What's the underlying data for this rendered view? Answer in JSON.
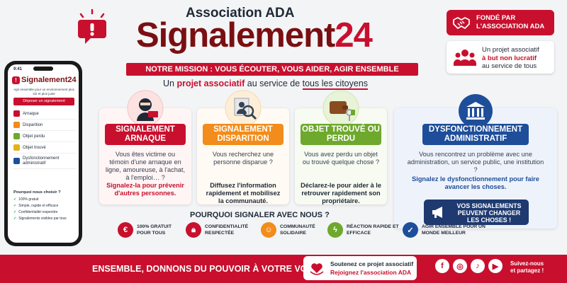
{
  "header": {
    "association": "Association ADA",
    "title_main": "Signalement",
    "title_num": "24",
    "mission": "NOTRE MISSION : VOUS ÉCOUTER, VOUS AIDER, AGIR ENSEMBLE",
    "tagline_pre": "Un ",
    "tagline_hl": "projet associatif",
    "tagline_mid": " au service de ",
    "tagline_u": "tous les citoyens",
    "fonde_line1": "FONDÉ PAR",
    "fonde_line2": "L'ASSOCIATION ADA",
    "projet_line1": "Un projet associatif",
    "projet_line2": "à but non lucratif",
    "projet_line3": "au service de tous"
  },
  "phone": {
    "time": "9:41",
    "logo_text": "Signalement24",
    "subtitle": "Agir ensemble pour un environnement plus sûr et plus juste",
    "cta": "Déposer un signalement",
    "menu": [
      {
        "label": "Arnaque",
        "color": "#c8102e"
      },
      {
        "label": "Disparition",
        "color": "#f28c1a"
      },
      {
        "label": "Objet perdu",
        "color": "#6ea82c"
      },
      {
        "label": "Objet trouvé",
        "color": "#6ea82c"
      },
      {
        "label": "Dysfonctionnement administratif",
        "color": "#1e4e9a"
      }
    ],
    "why_title": "Pourquoi nous choisir ?",
    "checks": [
      "100% gratuit",
      "Simple, rapide et efficace",
      "Confidentialité respectée",
      "Signalements visibles par tous"
    ]
  },
  "cards": [
    {
      "label": "SIGNALEMENT ARNAQUE",
      "desc": "Vous êtes victime ou témoin d'une arnaque en ligne, amoureuse, à l'achat, à l'emploi… ?",
      "emph": "Signalez-la pour prévenir d'autres personnes."
    },
    {
      "label": "SIGNALEMENT DISPARITION",
      "desc": "Vous recherchez une personne disparue ?",
      "emph": "Diffusez l'information rapidement et mobilisez la communauté."
    },
    {
      "label": "OBJET TROUVÉ OU PERDU",
      "desc": "Vous avez perdu un objet ou trouvé quelque chose ?",
      "emph": "Déclarez-le pour aider à le retrouver rapidement son propriétaire."
    },
    {
      "label": "DYSFONCTIONNEMENT ADMINISTRATIF",
      "desc": "Vous rencontrez un problème avec une administration, un service public, une institution ?",
      "emph": "Signalez le dysfonctionnement pour faire avancer les choses."
    }
  ],
  "vos_signalements": "VOS SIGNALEMENTS PEUVENT CHANGER LES CHOSES !",
  "why": {
    "title": "POURQUOI SIGNALER AVEC NOUS ?",
    "items": [
      {
        "label": "100% GRATUIT POUR TOUS",
        "icon": "euro-icon",
        "color": "#c8102e"
      },
      {
        "label": "CONFIDENTIALITÉ RESPECTÉE",
        "icon": "lock-icon",
        "color": "#c8102e"
      },
      {
        "label": "COMMUNAUTÉ SOLIDAIRE",
        "icon": "community-icon",
        "color": "#f28c1a"
      },
      {
        "label": "RÉACTION RAPIDE ET EFFICACE",
        "icon": "lightning-icon",
        "color": "#6ea82c"
      },
      {
        "label": "AGIR ENSEMBLE POUR UN MONDE MEILLEUR",
        "icon": "shield-icon",
        "color": "#1e4e9a"
      }
    ]
  },
  "footer": {
    "slogan": "ENSEMBLE, DONNONS DU POUVOIR À VOTRE VOIX.",
    "support_line1": "Soutenez ce projet associatif",
    "support_line2": "Rejoignez l'association ADA",
    "follow_line1": "Suivez-nous",
    "follow_line2": "et partagez !",
    "social": [
      {
        "icon": "facebook-icon",
        "glyph": "f"
      },
      {
        "icon": "instagram-icon",
        "glyph": "◎"
      },
      {
        "icon": "tiktok-icon",
        "glyph": "♪"
      },
      {
        "icon": "youtube-icon",
        "glyph": "▶"
      }
    ]
  },
  "colors": {
    "brand_red": "#c8102e",
    "dark_red": "#7a0f12",
    "orange": "#f28c1a",
    "green": "#6ea82c",
    "blue": "#1e4e9a"
  }
}
